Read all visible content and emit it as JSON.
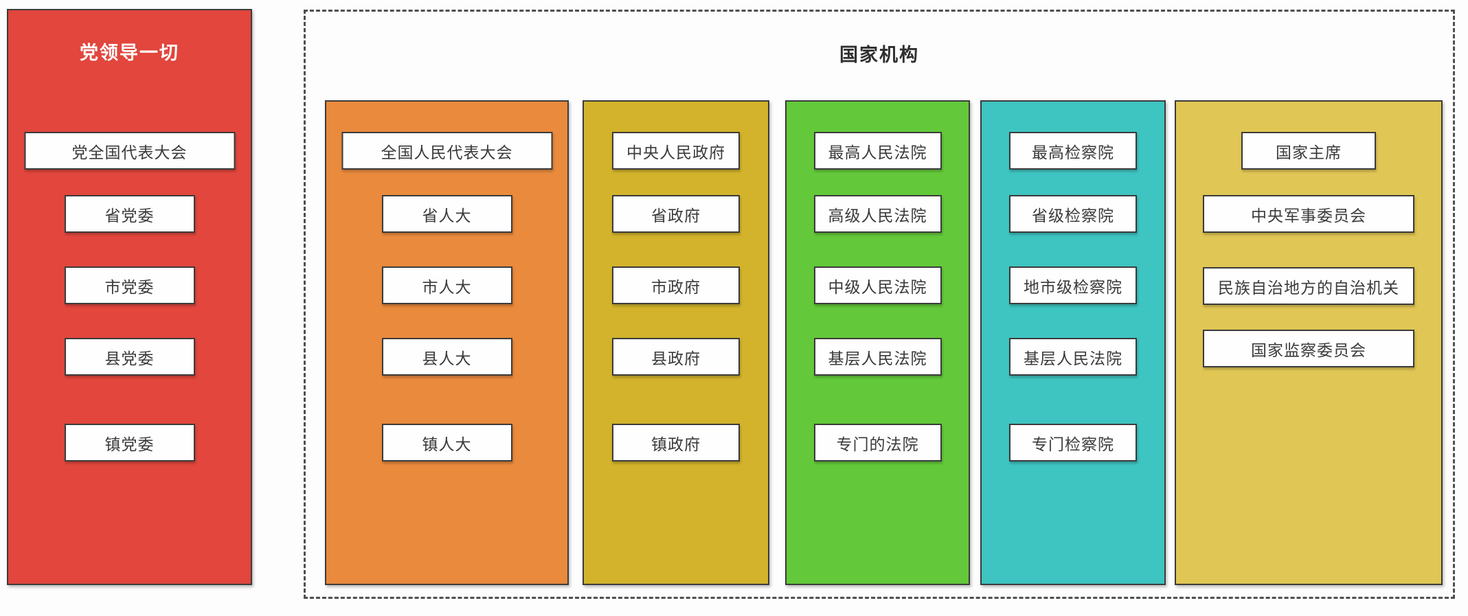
{
  "colors": {
    "party_bg": "#E2463D",
    "npc_bg": "#E98A3D",
    "government_bg": "#D2B32B",
    "courts_bg": "#63C93A",
    "procuratorates_bg": "#3EC4C1",
    "other_organs_bg": "#E0C654",
    "node_bg": "#FEFEFE",
    "node_border": "#3B3B3B",
    "dashed_border": "#4F4F4F",
    "title_dark": "#2F2F2F",
    "title_light": "#FFFFFF"
  },
  "party": {
    "title": "党领导一切",
    "items": [
      "党全国代表大会",
      "省党委",
      "市党委",
      "县党委",
      "镇党委"
    ]
  },
  "state": {
    "title": "国家机构",
    "columns": [
      {
        "id": "npc",
        "items": [
          "全国人民代表大会",
          "省人大",
          "市人大",
          "县人大",
          "镇人大"
        ]
      },
      {
        "id": "government",
        "items": [
          "中央人民政府",
          "省政府",
          "市政府",
          "县政府",
          "镇政府"
        ]
      },
      {
        "id": "courts",
        "items": [
          "最高人民法院",
          "高级人民法院",
          "中级人民法院",
          "基层人民法院",
          "专门的法院"
        ]
      },
      {
        "id": "procuratorates",
        "items": [
          "最高检察院",
          "省级检察院",
          "地市级检察院",
          "基层人民法院",
          "专门检察院"
        ]
      },
      {
        "id": "other-organs",
        "items": [
          "国家主席",
          "中央军事委员会",
          "民族自治地方的自治机关",
          "国家监察委员会"
        ]
      }
    ]
  }
}
